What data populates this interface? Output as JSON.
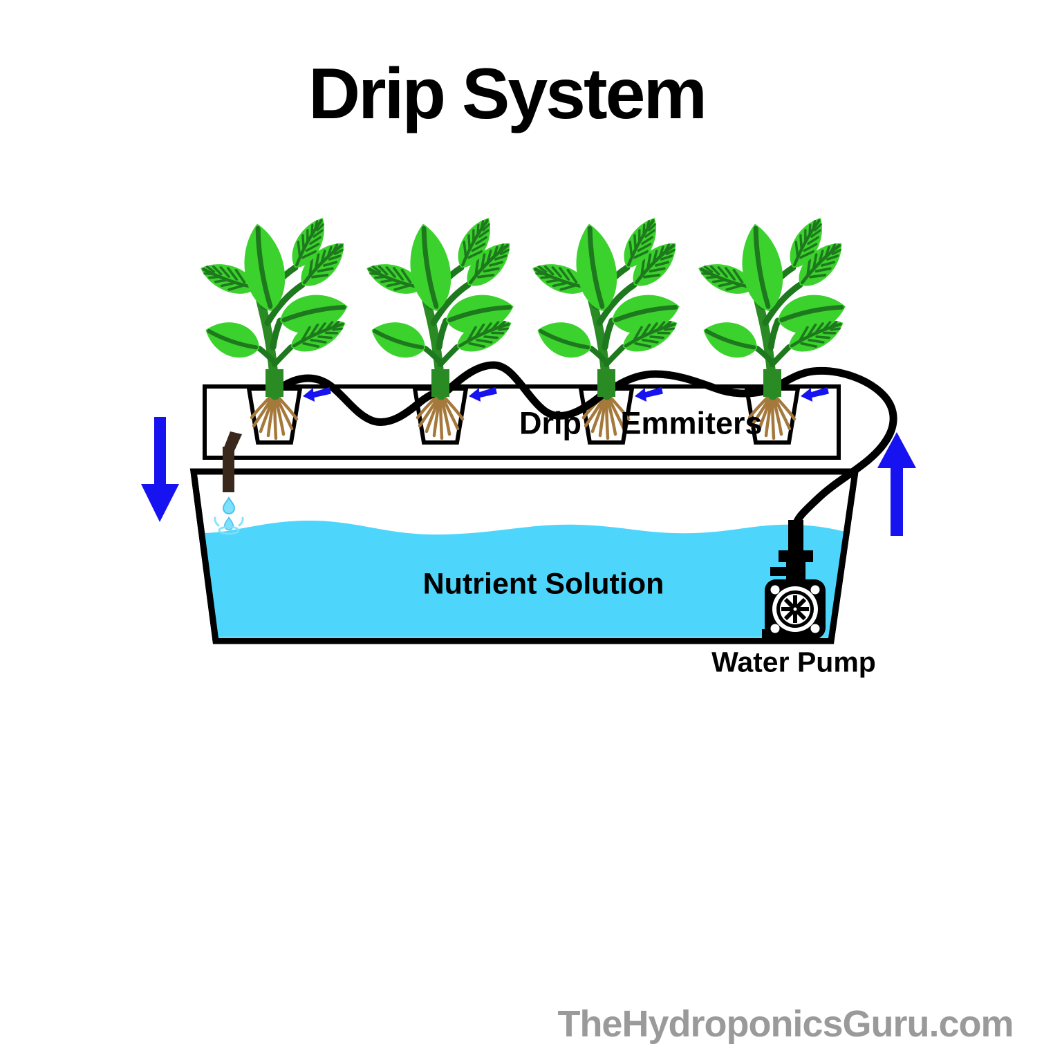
{
  "title": "Drip System",
  "labels": {
    "drip": "Drip",
    "emmiters": "Emmiters",
    "nutrient_solution": "Nutrient Solution",
    "water_pump": "Water Pump"
  },
  "watermark": "TheHydroponicsGuru.com",
  "diagram": {
    "plant_count": 4,
    "drip_emitter_arrow_count": 4,
    "water_drop_count": 2,
    "flow": {
      "left_arrow_direction": "down",
      "right_arrow_direction": "up"
    }
  },
  "colors": {
    "leaf_green": "#3CD22D",
    "stem_green": "#1E781D",
    "trunk_green": "#2A8A24",
    "root_brown": "#A5793C",
    "water_blue": "#4DD5FB",
    "drop_blue": "#7EE0FD",
    "arrow_blue": "#1612F0",
    "pipe_brown": "#3A281C",
    "outline_black": "#000000",
    "watermark_gray": "#9A9A9A"
  },
  "icons": {
    "plant": "plant-icon",
    "pot": "pot-icon",
    "drip_tube": "drip-tube-line",
    "drip_arrow": "drip-arrow-icon",
    "down_arrow": "down-arrow-icon",
    "up_arrow": "up-arrow-icon",
    "drain_pipe": "drain-pipe-icon",
    "water_drop": "water-drop-icon",
    "splash": "splash-icon",
    "water_pump": "water-pump-icon"
  }
}
